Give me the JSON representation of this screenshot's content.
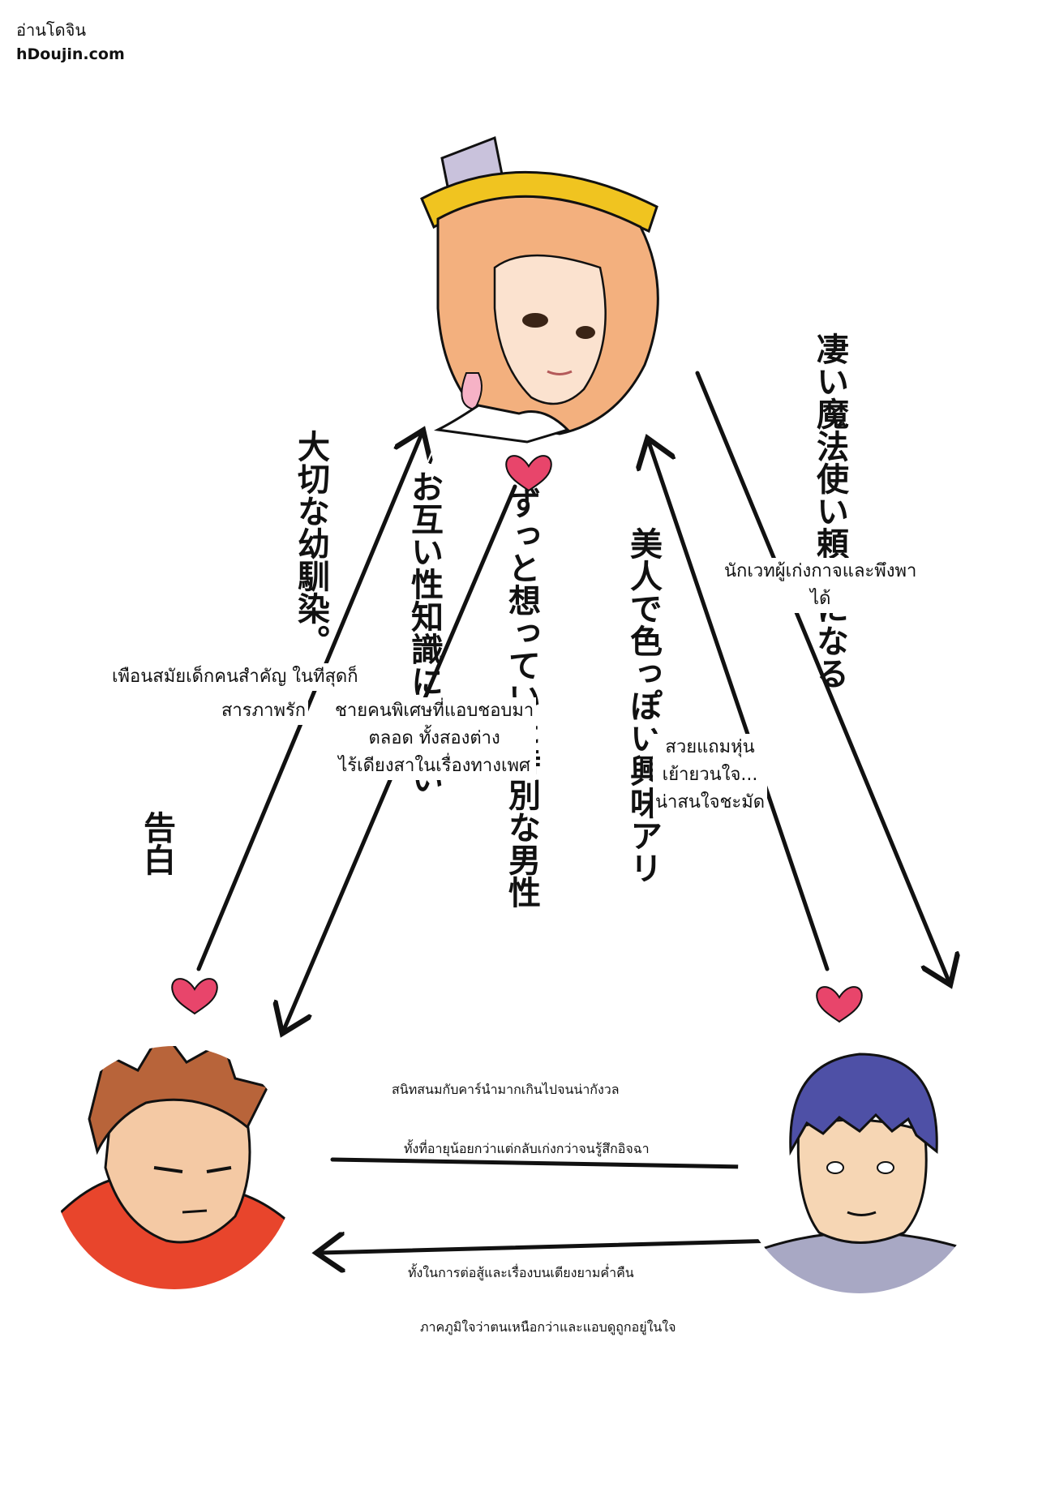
{
  "watermark": {
    "line1": "อ่านโดจิน",
    "line2": "hDoujin.com"
  },
  "characters": [
    {
      "name": "nurse-girl",
      "colors": {
        "hair": "#f3b07e",
        "hat": "#c9c2dc",
        "band": "#f0c420",
        "outfit": "#ffffff"
      }
    },
    {
      "name": "brown-hair-boy",
      "colors": {
        "hair": "#b8643a",
        "skin": "#f4c9a4",
        "shirt": "#e8452c"
      }
    },
    {
      "name": "blue-hair-boy",
      "colors": {
        "hair": "#4e50a6",
        "skin": "#f6d6b4",
        "collar": "#a8a8c4"
      }
    }
  ],
  "heart_color": "#e8456b",
  "translations": {
    "left": [
      "เพือนสมัยเด็กคนสำคัญ ในทีสุดก็",
      "สารภาพรัก"
    ],
    "center": [
      "ชายคนพิเศษที่แอบชอบมา",
      "ตลอด ทั้งสองต่าง",
      "ไร้เดียงสาในเรื่องทางเพศ"
    ],
    "right_top": [
      "นักเวทผู้เก่งกาจและพึงพา",
      "ได้"
    ],
    "right_mid": [
      "สวยแถมหุ่น",
      "เย้ายวนใจ...",
      "น่าสนใจชะมัด"
    ],
    "bottom_1": "สนิทสนมกับคาร์นำมากเกินไปจนน่ากังวล",
    "bottom_2": "ทั้งที่อายุน้อยกว่าแต่กลับเก่งกว่าจนรู้สึกอิจฉา",
    "bottom_3": "ทั้งในการต่อสู้และเรื่องบนเตียงยามค่ำคืน",
    "bottom_4": "ภาคภูมิใจว่าตนเหนือกว่าและแอบดูถูกอยู่ในใจ"
  },
  "japanese": {
    "left_outer": "大切な幼馴染。",
    "left_lower": "告白",
    "center_left": "お互い性知識に乏しい",
    "center_right": "ずっと想っていた特別な男性",
    "right_inner": "美人で色っぽい興味アリ",
    "right_outer": "凄い魔法使い頼りになる"
  }
}
